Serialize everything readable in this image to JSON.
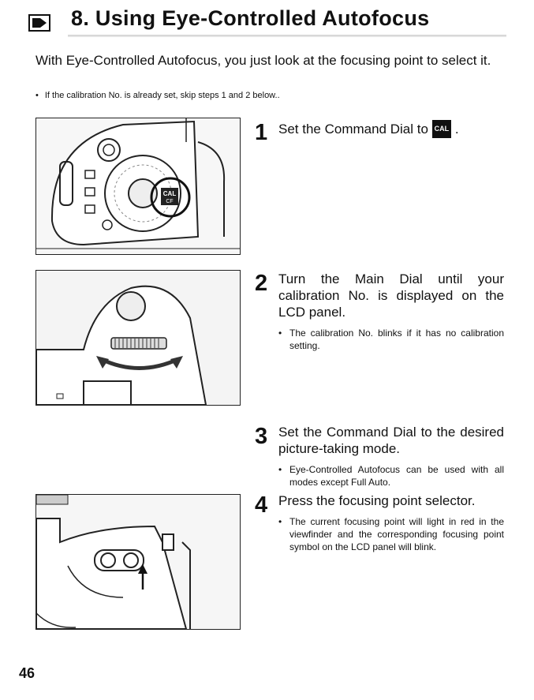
{
  "header": {
    "title": "8. Using Eye-Controlled Autofocus"
  },
  "intro": {
    "text": "With Eye-Controlled Autofocus, you just look at the focusing point to select it.",
    "note": "If the calibration No. is already set, skip steps 1 and 2 below.."
  },
  "steps": [
    {
      "number": "1",
      "text": "Set the Command Dial to",
      "badge": "CAL",
      "suffix": "."
    },
    {
      "number": "2",
      "text": "Turn the Main Dial until your calibration No. is displayed on the LCD panel.",
      "bullet": "The calibration No. blinks if it has no calibration setting."
    },
    {
      "number": "3",
      "text": "Set the Command Dial to the desired picture-taking mode.",
      "bullet": "Eye-Controlled Autofocus can be used with all modes except Full Auto."
    },
    {
      "number": "4",
      "text": "Press the focusing point selector.",
      "bullet": "The current focusing point will light in red in the viewfinder and the corresponding focusing point symbol on the LCD panel will blink."
    }
  ],
  "figures": {
    "dial_badge_top": "CAL",
    "dial_badge_bottom": "CF"
  },
  "page": {
    "number": "46"
  },
  "icons": [
    "eye-control-section-icon"
  ]
}
